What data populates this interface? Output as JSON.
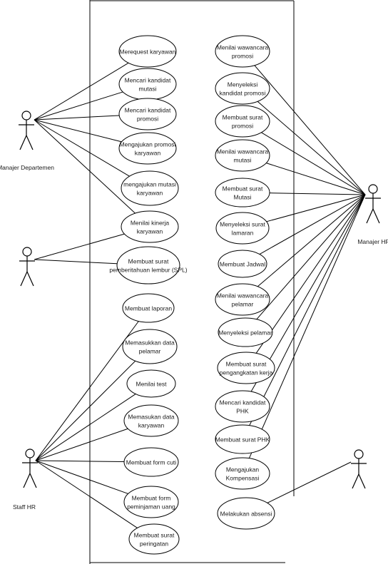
{
  "actors": [
    {
      "id": "manajer-departemen",
      "label": "Manajer Departemen"
    },
    {
      "id": "unnamed-actor",
      "label": ""
    },
    {
      "id": "staff-hr",
      "label": "Staff HR"
    },
    {
      "id": "manajer-hr",
      "label": "Manajer HR"
    },
    {
      "id": "right-unnamed-actor",
      "label": ""
    }
  ],
  "use_cases": [
    {
      "id": "uc1",
      "lines": [
        "Merequest karyawan"
      ]
    },
    {
      "id": "uc2",
      "lines": [
        "Mencari kandidat",
        "mutasi"
      ]
    },
    {
      "id": "uc3",
      "lines": [
        "Mencari kandidat",
        "promosi"
      ]
    },
    {
      "id": "uc4",
      "lines": [
        "Mengajukan promosi",
        "karyawan"
      ]
    },
    {
      "id": "uc5",
      "lines": [
        "mengajukan mutasi",
        "karyawan"
      ]
    },
    {
      "id": "uc6",
      "lines": [
        "Menilai kinerja",
        "karyawan"
      ]
    },
    {
      "id": "uc7",
      "lines": [
        "Membuat surat",
        "pemberitahuan lembur (SPL)"
      ]
    },
    {
      "id": "uc8",
      "lines": [
        "Membuat laporan"
      ]
    },
    {
      "id": "uc9",
      "lines": [
        "Memasukkan data",
        "pelamar"
      ]
    },
    {
      "id": "uc10",
      "lines": [
        "Menilai test"
      ]
    },
    {
      "id": "uc11",
      "lines": [
        "Memasukan data",
        "karyawan"
      ]
    },
    {
      "id": "uc12",
      "lines": [
        "Membuat form cuti"
      ]
    },
    {
      "id": "uc13",
      "lines": [
        "Membuat form",
        "peminjaman uang"
      ]
    },
    {
      "id": "uc14",
      "lines": [
        "Membuat surat",
        "peringatan"
      ]
    },
    {
      "id": "uc15",
      "lines": [
        "Menilai wawancara",
        "promosi"
      ]
    },
    {
      "id": "uc16",
      "lines": [
        "Menyeleksi",
        "kandidat promosi"
      ]
    },
    {
      "id": "uc17",
      "lines": [
        "Membuat surat",
        "promosi"
      ]
    },
    {
      "id": "uc18",
      "lines": [
        "Menilai wawancara",
        "mutasi"
      ]
    },
    {
      "id": "uc19",
      "lines": [
        "Membuat surat",
        "Mutasi"
      ]
    },
    {
      "id": "uc20",
      "lines": [
        "Menyeleksi surat",
        "lamaran"
      ]
    },
    {
      "id": "uc21",
      "lines": [
        "Membuat Jadwal"
      ]
    },
    {
      "id": "uc22",
      "lines": [
        "Menilai wawancara",
        "pelamar"
      ]
    },
    {
      "id": "uc23",
      "lines": [
        "Menyeleksi pelamar"
      ]
    },
    {
      "id": "uc24",
      "lines": [
        "Membuat surat",
        "pengangkatan kerja"
      ]
    },
    {
      "id": "uc25",
      "lines": [
        "Mencari kandidat",
        "PHK"
      ]
    },
    {
      "id": "uc26",
      "lines": [
        "Membuat surat PHK"
      ]
    },
    {
      "id": "uc27",
      "lines": [
        "Mengajukan",
        "Kompensasi"
      ]
    },
    {
      "id": "uc28",
      "lines": [
        "Melakukan absensi"
      ]
    }
  ],
  "associations": [
    [
      "manajer-departemen",
      "uc1"
    ],
    [
      "manajer-departemen",
      "uc2"
    ],
    [
      "manajer-departemen",
      "uc3"
    ],
    [
      "manajer-departemen",
      "uc4"
    ],
    [
      "manajer-departemen",
      "uc5"
    ],
    [
      "manajer-departemen",
      "uc6"
    ],
    [
      "unnamed-actor",
      "uc6"
    ],
    [
      "unnamed-actor",
      "uc7"
    ],
    [
      "staff-hr",
      "uc8"
    ],
    [
      "staff-hr",
      "uc9"
    ],
    [
      "staff-hr",
      "uc10"
    ],
    [
      "staff-hr",
      "uc11"
    ],
    [
      "staff-hr",
      "uc12"
    ],
    [
      "staff-hr",
      "uc13"
    ],
    [
      "staff-hr",
      "uc14"
    ],
    [
      "manajer-hr",
      "uc15"
    ],
    [
      "manajer-hr",
      "uc16"
    ],
    [
      "manajer-hr",
      "uc17"
    ],
    [
      "manajer-hr",
      "uc18"
    ],
    [
      "manajer-hr",
      "uc19"
    ],
    [
      "manajer-hr",
      "uc20"
    ],
    [
      "manajer-hr",
      "uc21"
    ],
    [
      "manajer-hr",
      "uc22"
    ],
    [
      "manajer-hr",
      "uc23"
    ],
    [
      "manajer-hr",
      "uc24"
    ],
    [
      "manajer-hr",
      "uc25"
    ],
    [
      "manajer-hr",
      "uc26"
    ],
    [
      "manajer-hr",
      "uc27"
    ],
    [
      "right-unnamed-actor",
      "uc28"
    ]
  ]
}
